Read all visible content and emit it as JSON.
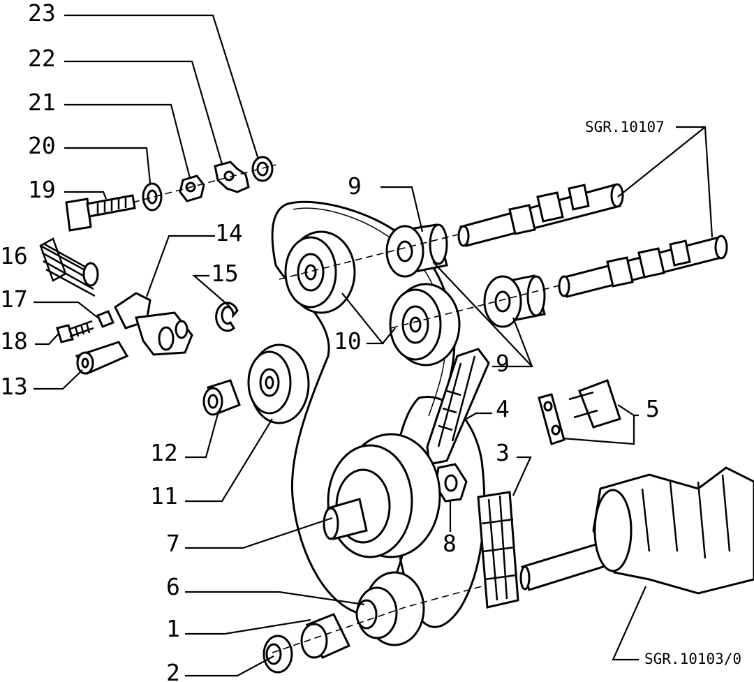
{
  "diagram": {
    "callouts": {
      "n1": "1",
      "n2": "2",
      "n3": "3",
      "n4": "4",
      "n5": "5",
      "n6": "6",
      "n7": "7",
      "n8": "8",
      "n9a": "9",
      "n9b": "9",
      "n10": "10",
      "n11": "11",
      "n12": "12",
      "n13": "13",
      "n14": "14",
      "n15": "15",
      "n16": "16",
      "n17": "17",
      "n18": "18",
      "n19": "19",
      "n20": "20",
      "n21": "21",
      "n22": "22",
      "n23": "23"
    },
    "references": {
      "camshaft_ref": "SGR.10107",
      "crankshaft_ref": "SGR.10103/0"
    }
  }
}
